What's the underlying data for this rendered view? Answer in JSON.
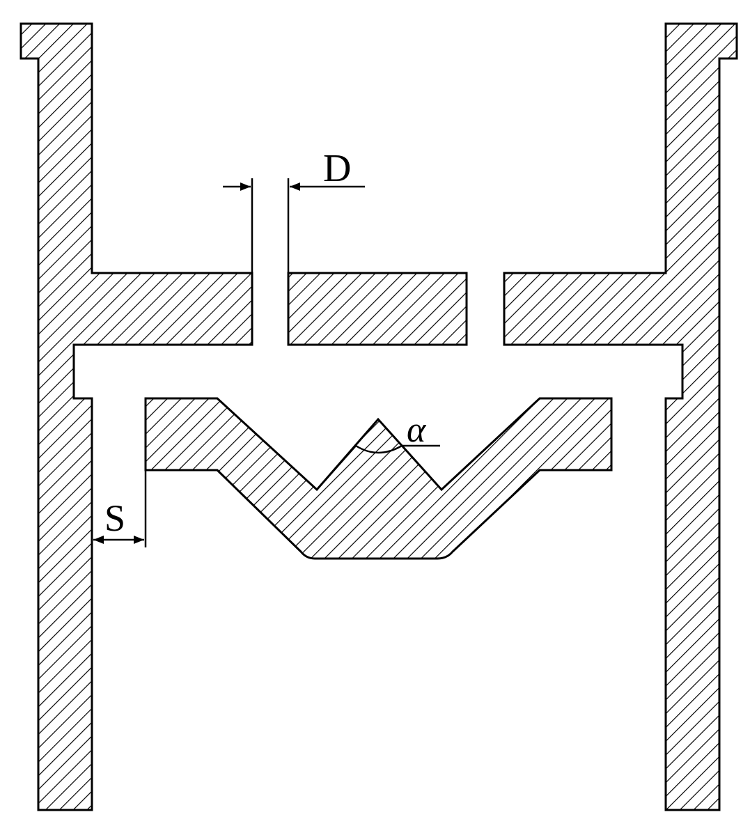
{
  "labels": {
    "d": "D",
    "s": "S",
    "alpha": "α"
  },
  "colors": {
    "line": "#000000",
    "background": "#ffffff"
  }
}
